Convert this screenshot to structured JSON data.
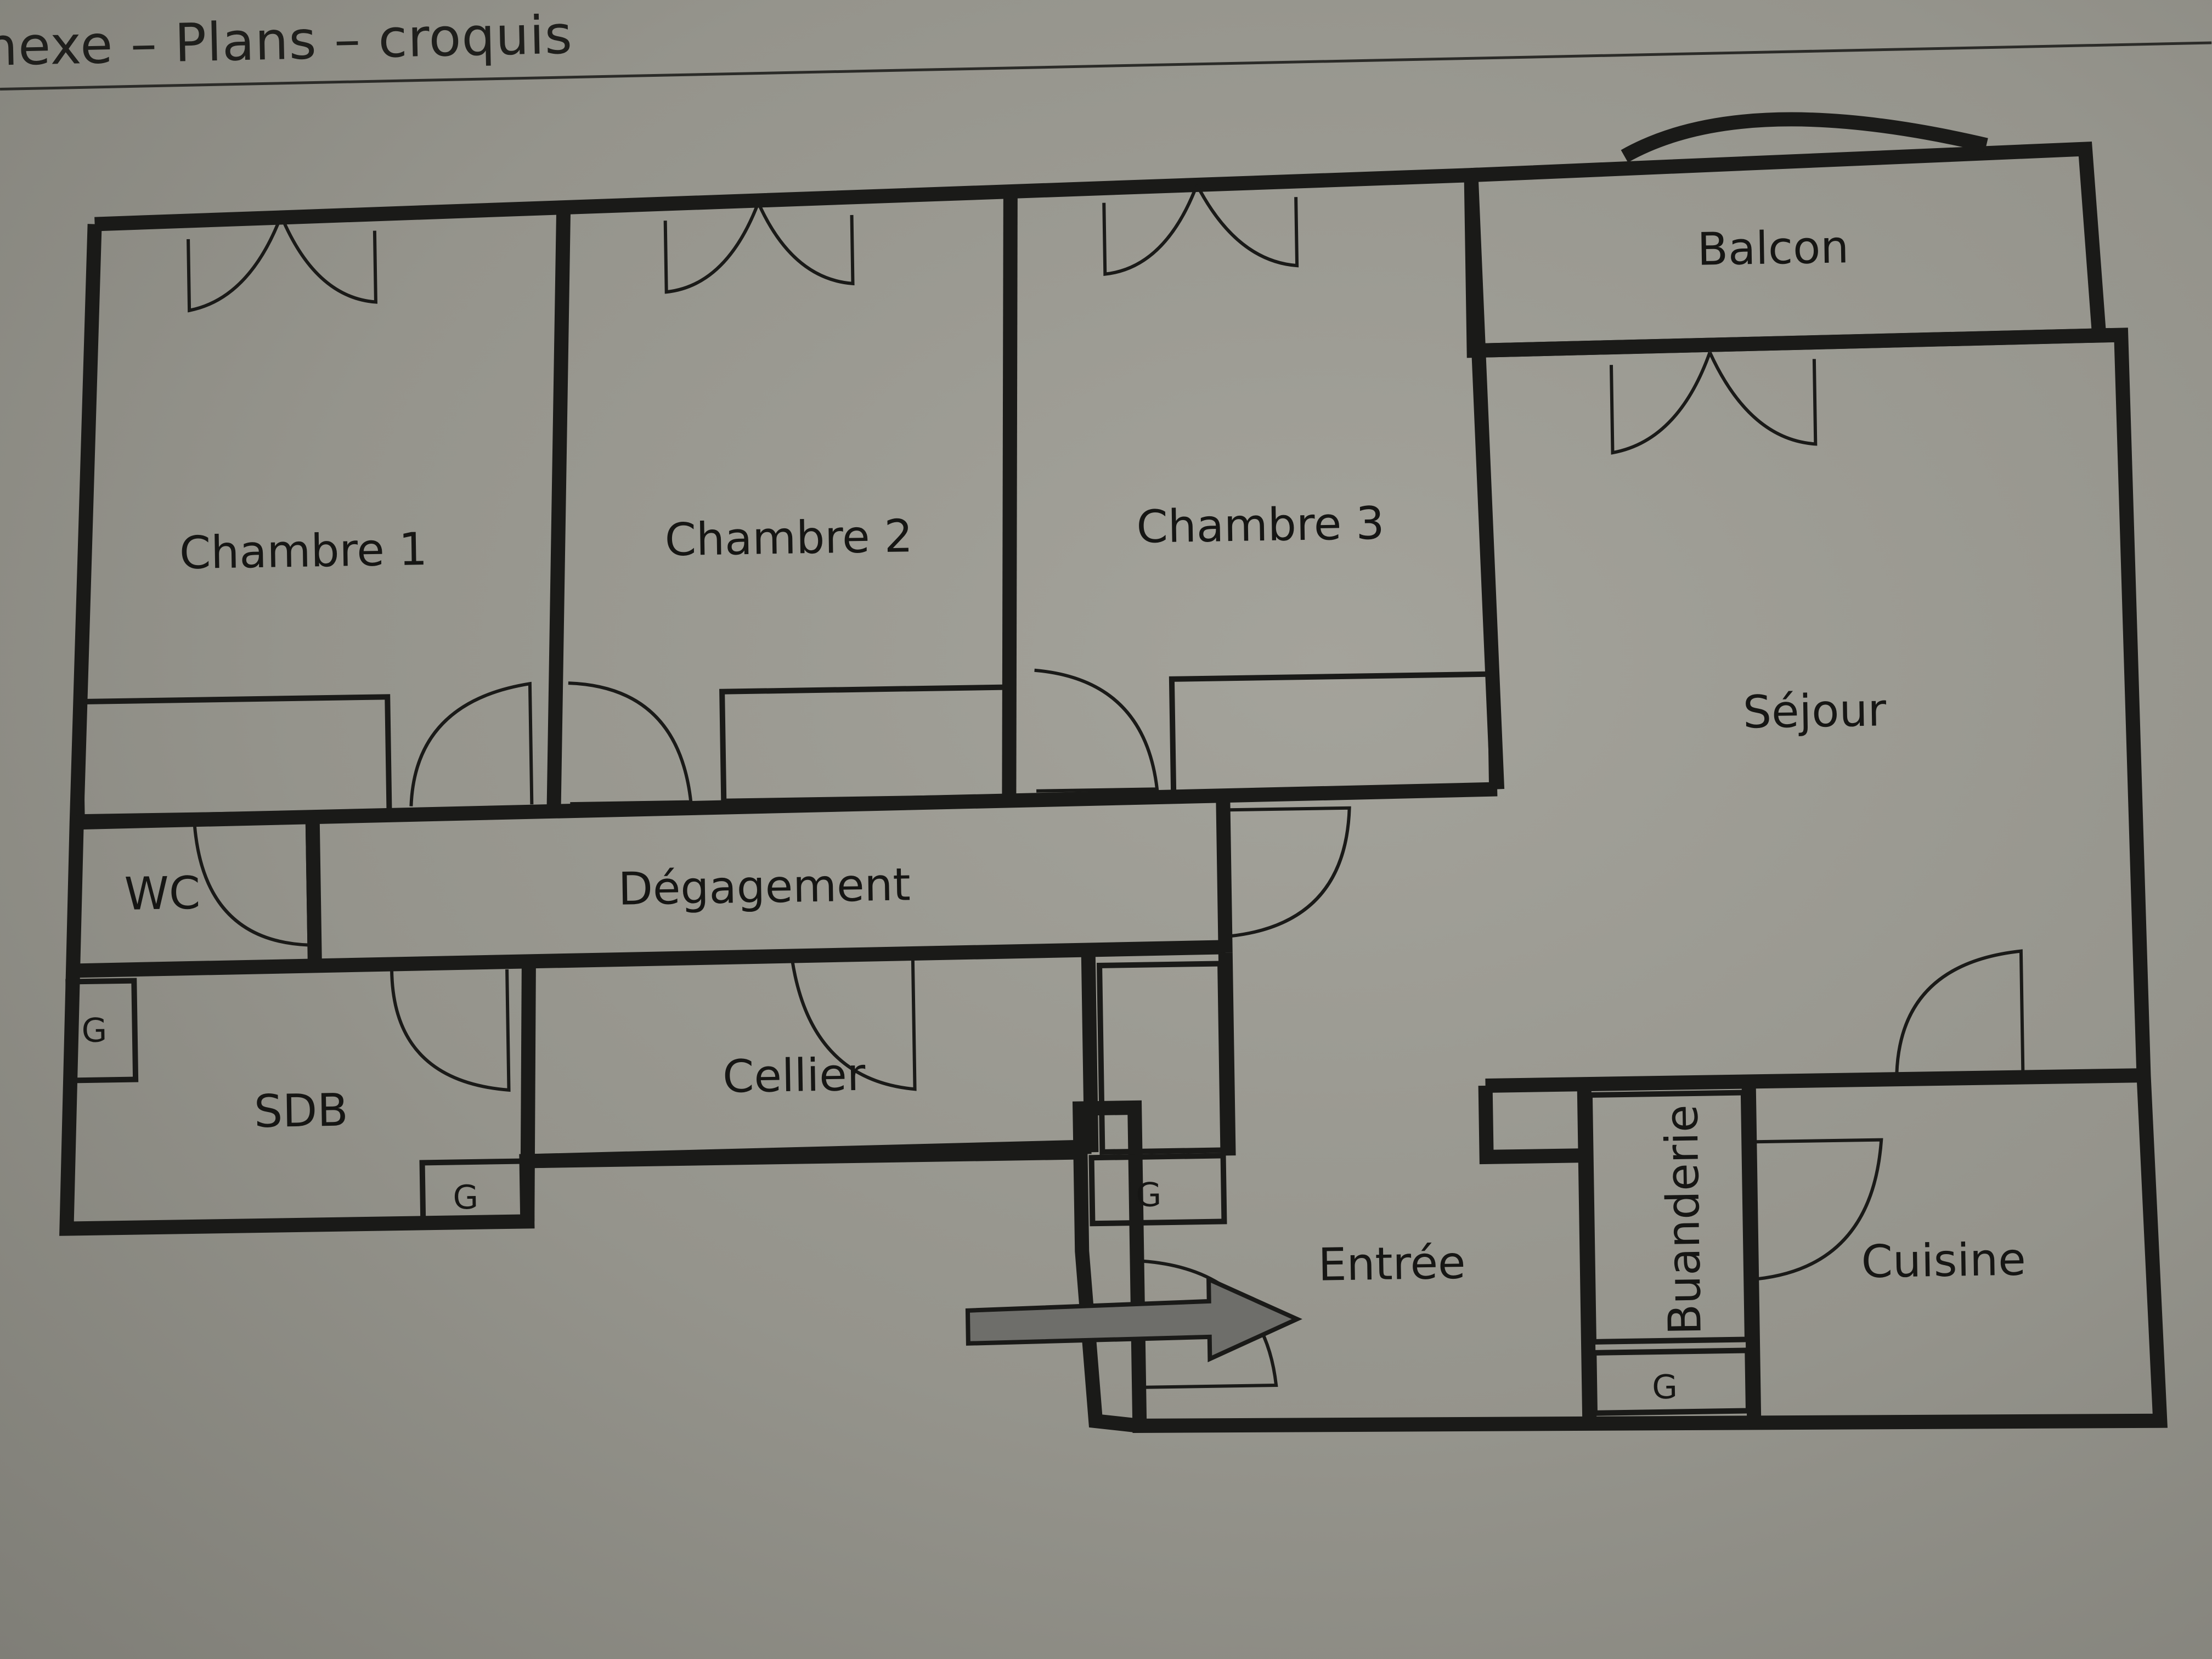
{
  "header": {
    "text": "nexe – Plans – croquis"
  },
  "rooms": {
    "chambre1": "Chambre 1",
    "chambre2": "Chambre 2",
    "chambre3": "Chambre 3",
    "balcon": "Balcon",
    "sejour": "Séjour",
    "wc": "WC",
    "degagement": "Dégagement",
    "sdb": "SDB",
    "cellier": "Cellier",
    "entree": "Entrée",
    "buanderie": "Buanderie",
    "cuisine": "Cuisine"
  },
  "closets": {
    "sdb_left": "G",
    "sdb_bottom": "G",
    "entree_top": "G",
    "buanderie_bottom": "G"
  },
  "colors": {
    "wall": "#1a1a18",
    "paper": "#9b9a92",
    "arrow": "#6e6e6a"
  },
  "icons": {
    "entry_arrow": "arrow-right-icon"
  }
}
